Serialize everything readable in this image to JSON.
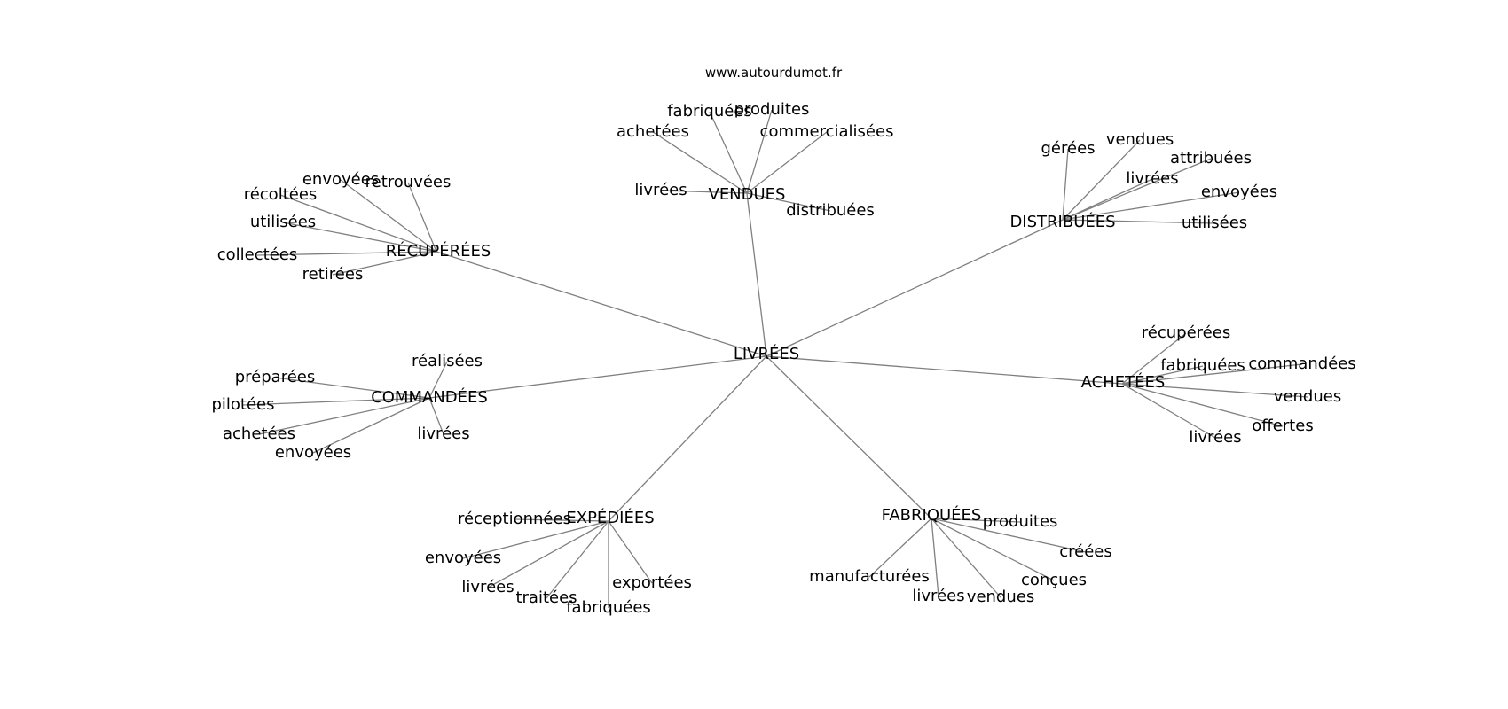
{
  "site": "www.autourdumot.fr",
  "colors": {
    "edge": "#808080",
    "text": "#000000",
    "background": "#ffffff"
  },
  "graph": {
    "center": "LIVRÉES",
    "hubs": [
      {
        "id": "vendues",
        "label": "VENDUES",
        "leaves": [
          "fabriquées",
          "produites",
          "achetées",
          "commercialisées",
          "livrées",
          "distribuées"
        ]
      },
      {
        "id": "distribuees",
        "label": "DISTRIBUÉES",
        "leaves": [
          "gérées",
          "vendues",
          "attribuées",
          "livrées",
          "envoyées",
          "utilisées"
        ]
      },
      {
        "id": "recuperees",
        "label": "RÉCUPÉRÉES",
        "leaves": [
          "envoyées",
          "retrouvées",
          "récoltées",
          "utilisées",
          "collectées",
          "retirées"
        ]
      },
      {
        "id": "commandees",
        "label": "COMMANDÉES",
        "leaves": [
          "réalisées",
          "préparées",
          "pilotées",
          "achetées",
          "envoyées",
          "livrées"
        ]
      },
      {
        "id": "achetees",
        "label": "ACHETÉES",
        "leaves": [
          "récupérées",
          "fabriquées",
          "commandées",
          "vendues",
          "offertes",
          "livrées"
        ]
      },
      {
        "id": "expediees",
        "label": "EXPÉDIÉES",
        "leaves": [
          "réceptionnées",
          "envoyées",
          "livrées",
          "traitées",
          "fabriquées",
          "exportées"
        ]
      },
      {
        "id": "fabriquees",
        "label": "FABRIQUÉES",
        "leaves": [
          "produites",
          "créées",
          "conçues",
          "manufacturées",
          "livrées",
          "vendues"
        ]
      }
    ]
  }
}
